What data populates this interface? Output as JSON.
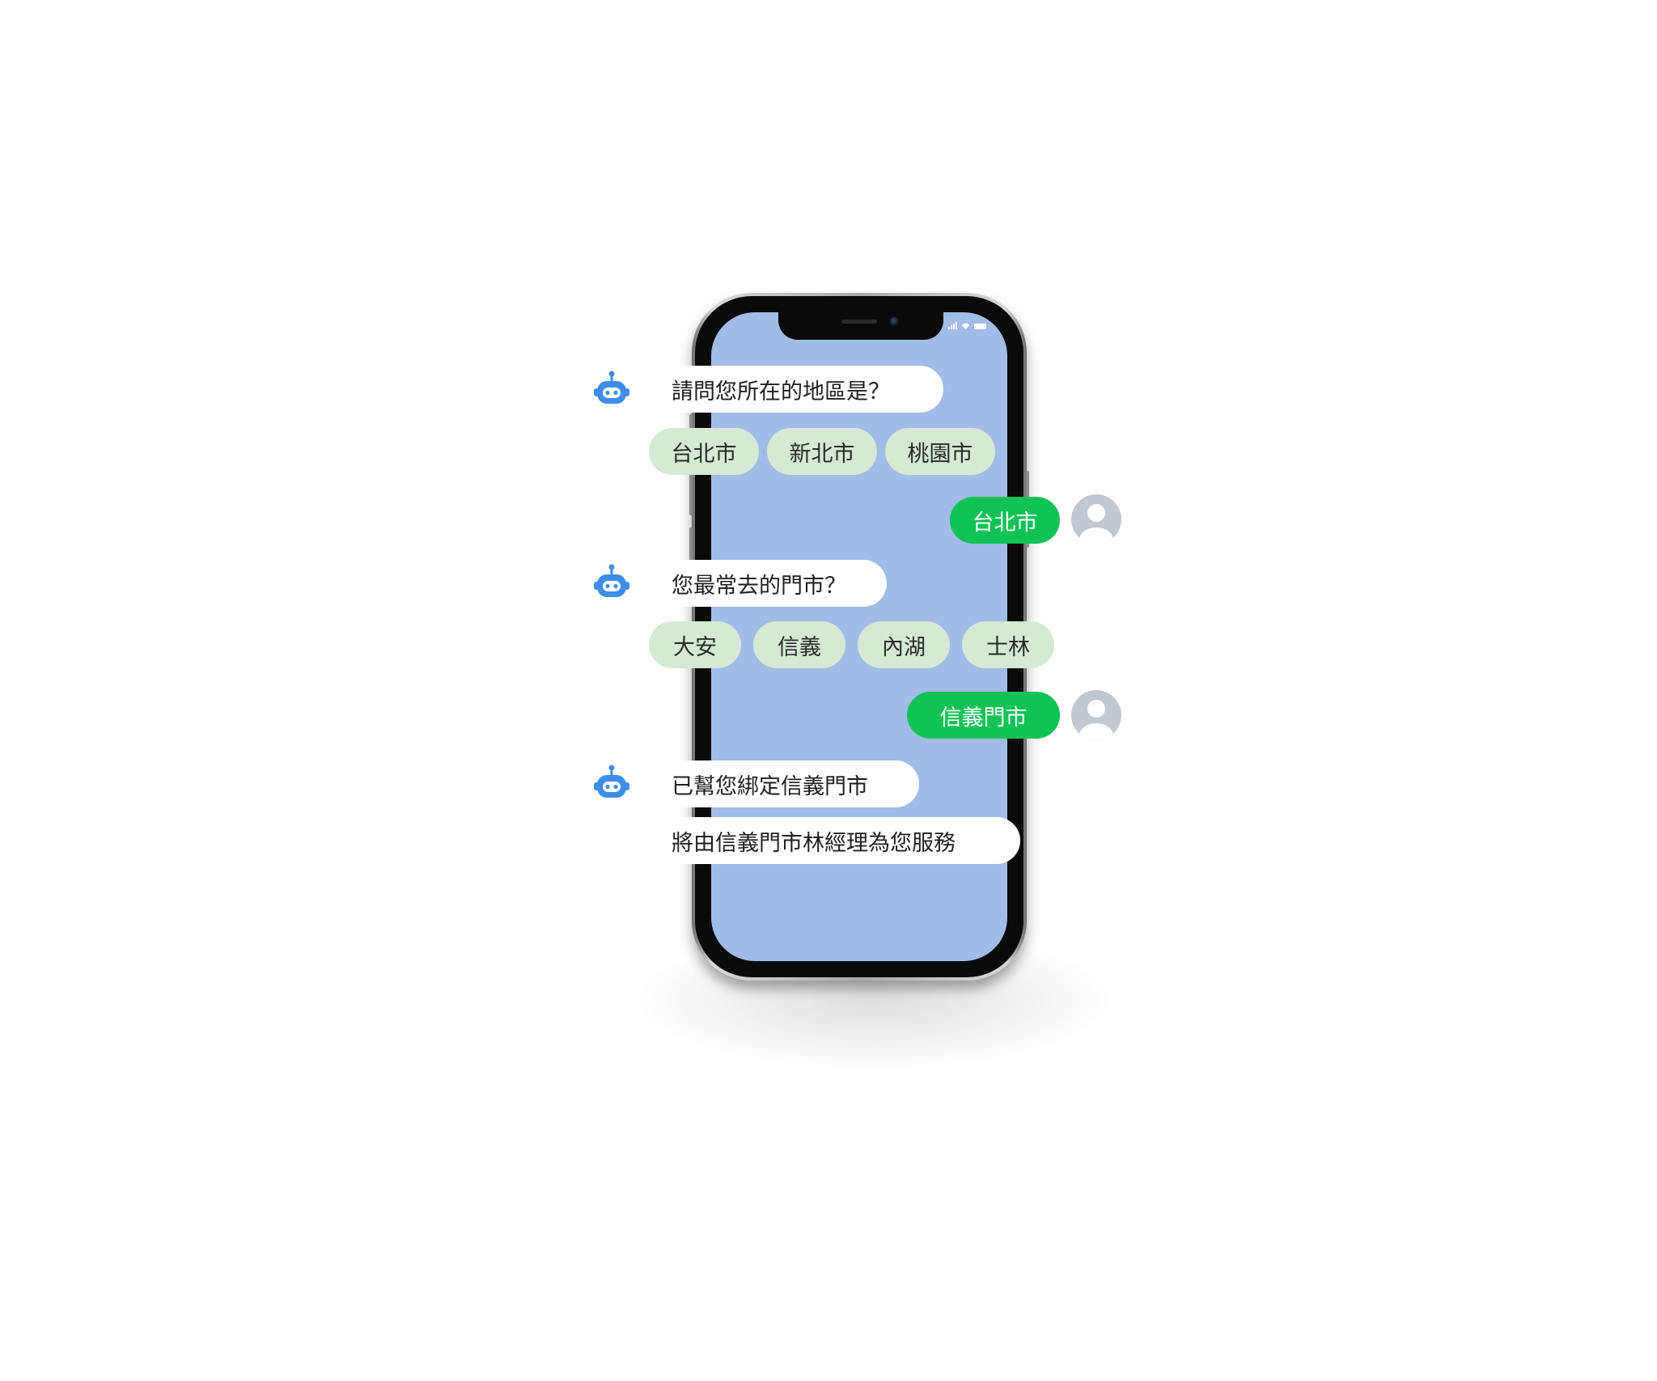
{
  "colors": {
    "screen_bg": "#a1bce6",
    "bot_bubble": "#ffffff",
    "option_chip": "#d5e9d4",
    "user_bubble": "#10c155",
    "bot_icon": "#3f8de9",
    "avatar_bg": "#c3c7cf"
  },
  "icons": {
    "bot": "robot-icon",
    "user": "user-avatar-icon"
  },
  "chat": {
    "q1": {
      "text": "請問您所在的地區是？"
    },
    "region_options": [
      "台北市",
      "新北市",
      "桃園市"
    ],
    "a1": {
      "text": "台北市"
    },
    "q2": {
      "text": "您最常去的門市？"
    },
    "store_options": [
      "大安",
      "信義",
      "內湖",
      "士林"
    ],
    "a2": {
      "text": "信義門市"
    },
    "result": {
      "line1": "已幫您綁定信義門市",
      "line2": "將由信義門市林經理為您服務"
    }
  }
}
